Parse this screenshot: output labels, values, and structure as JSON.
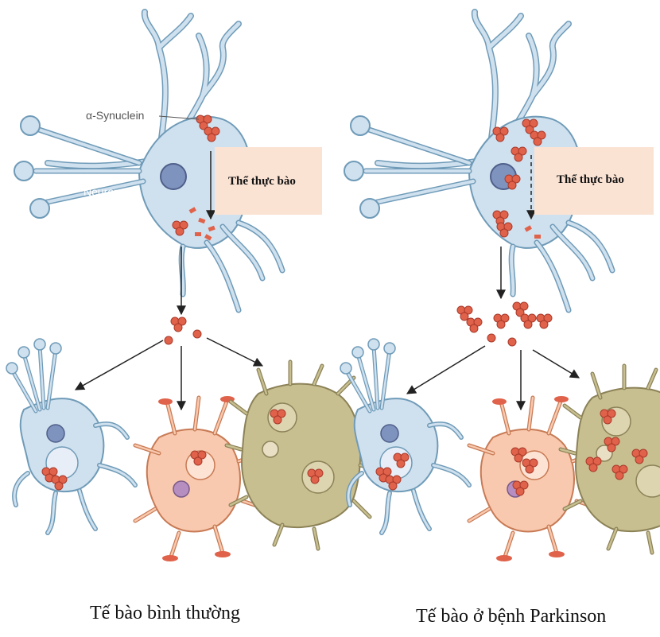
{
  "labels": {
    "alpha_synuclein": "α-Synuclein",
    "neuron": "Neuron"
  },
  "panels": [
    {
      "box_label": "Thể thực bào",
      "caption": "Tế bào bình thường"
    },
    {
      "box_label": "Thể thực bào",
      "caption": "Tế bào ở bệnh Parkinson"
    }
  ],
  "colors": {
    "neuron_fill": "#cfe0ee",
    "neuron_stroke": "#6f9bb8",
    "nucleus": "#7f93bf",
    "aggregate": "#e0624a",
    "aggregate_stroke": "#a93a2b",
    "box_fill": "#fbe3d4",
    "astrocyte": "#f8c9ae",
    "astrocyte_stroke": "#c87a55",
    "microglia": "#c8bf90",
    "microglia_stroke": "#8c8258"
  }
}
